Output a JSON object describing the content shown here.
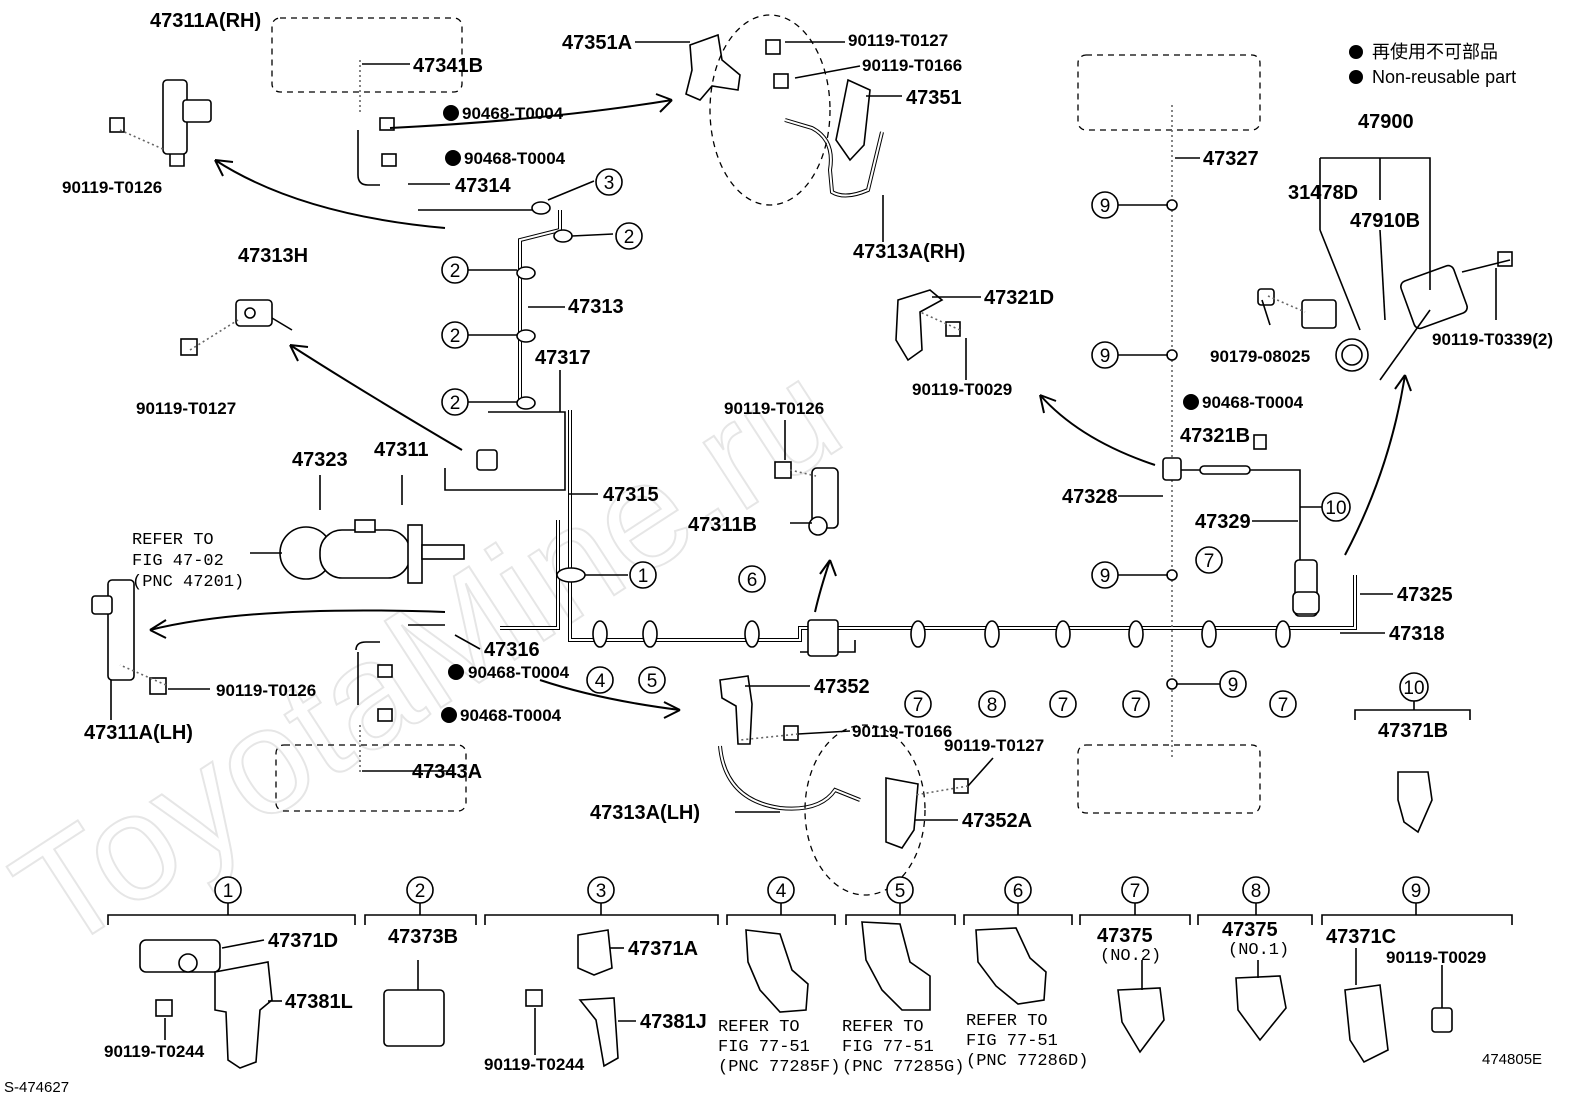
{
  "watermark": "ToyotaMine.ru",
  "legend": {
    "line_jp": "再使用不可部品",
    "line_en": "Non-reusable part"
  },
  "labels": {
    "p47311A_RH": "47311A(RH)",
    "p47341B": "47341B",
    "p90119_T0126_a": "90119-T0126",
    "p90468_T0004_a": "90468-T0004",
    "p90468_T0004_b": "90468-T0004",
    "p47314": "47314",
    "p47351A": "47351A",
    "p90119_T0127_a": "90119-T0127",
    "p90119_T0166_a": "90119-T0166",
    "p47351": "47351",
    "p47313A_RH": "47313A(RH)",
    "p47313H": "47313H",
    "p47313": "47313",
    "p90119_T0127_b": "90119-T0127",
    "p47317": "47317",
    "p47323": "47323",
    "p47311": "47311",
    "p47315": "47315",
    "refer_a1": "REFER TO",
    "refer_a2": "FIG 47-02",
    "refer_a3": "(PNC 47201)",
    "p47316": "47316",
    "p90468_T0004_c": "90468-T0004",
    "p90468_T0004_d": "90468-T0004",
    "p90119_T0126_b": "90119-T0126",
    "p47311A_LH": "47311A(LH)",
    "p47343A": "47343A",
    "p90119_T0126_c": "90119-T0126",
    "p47311B": "47311B",
    "p47352": "47352",
    "p90119_T0166_b": "90119-T0166",
    "p90119_T0127_c": "90119-T0127",
    "p47352A": "47352A",
    "p47313A_LH": "47313A(LH)",
    "p47321D": "47321D",
    "p90119_T0029_a": "90119-T0029",
    "p47327": "47327",
    "p90468_T0004_e": "90468-T0004",
    "p47321B": "47321B",
    "p47328": "47328",
    "p47329": "47329",
    "p47325": "47325",
    "p47318": "47318",
    "p47900": "47900",
    "p31478D": "31478D",
    "p47910B": "47910B",
    "p90179_08025": "90179-08025",
    "p90119_T0339": "90119-T0339(2)",
    "p47371B": "47371B"
  },
  "callouts": {
    "c1": "1",
    "c2": "2",
    "c3": "3",
    "c4": "4",
    "c5": "5",
    "c6": "6",
    "c7": "7",
    "c8": "8",
    "c9": "9",
    "c10": "10"
  },
  "bottom_row": {
    "b1_47371D": "47371D",
    "b1_47381L": "47381L",
    "b1_90119_T0244": "90119-T0244",
    "b2_47373B": "47373B",
    "b3_47371A": "47371A",
    "b3_47381J": "47381J",
    "b3_90119_T0244": "90119-T0244",
    "b4_ref1": "REFER TO",
    "b4_ref2": "FIG 77-51",
    "b4_ref3": "(PNC 77285F)",
    "b5_ref1": "REFER TO",
    "b5_ref2": "FIG 77-51",
    "b5_ref3": "(PNC 77285G)",
    "b6_ref1": "REFER TO",
    "b6_ref2": "FIG 77-51",
    "b6_ref3": "(PNC 77286D)",
    "b7_part": "47375",
    "b7_sub": "(NO.2)",
    "b8_part": "47375",
    "b8_sub": "(NO.1)",
    "b9_47371C": "47371C",
    "b9_90119_T0029": "90119-T0029"
  },
  "footer": {
    "left": "S-474627",
    "right": "474805E"
  }
}
